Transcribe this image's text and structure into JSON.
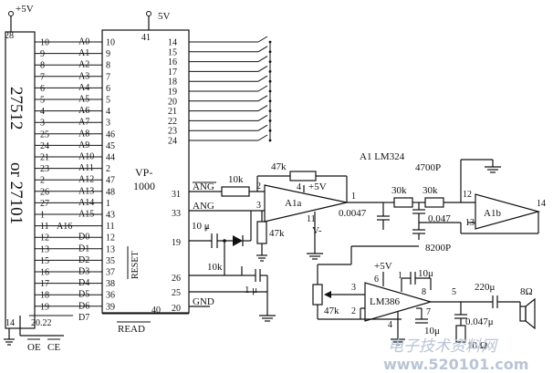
{
  "chip_left": {
    "name_line1": "27512",
    "name_line2": "or 27101",
    "top_pin": "28",
    "bottom_pin": "14",
    "bottom_right_pins": "20.22",
    "oe_label": "OE",
    "ce_label": "CE",
    "pins": [
      "10",
      "9",
      "8",
      "7",
      "6",
      "5",
      "4",
      "3",
      "25",
      "24",
      "21",
      "23",
      "2",
      "26",
      "27",
      "1",
      "11",
      "12",
      "13",
      "15",
      "16",
      "17",
      "18",
      "19"
    ]
  },
  "bus_labels": [
    "A0",
    "A1",
    "A2",
    "A3",
    "A4",
    "A5",
    "A6",
    "A7",
    "A8",
    "A9",
    "A10",
    "A11",
    "A12",
    "A13",
    "A14",
    "A15",
    "A16",
    "D0",
    "D1",
    "D2",
    "D3",
    "D4",
    "D5",
    "D6",
    "D7"
  ],
  "chip_right": {
    "name_line1": "VP-",
    "name_line2": "1000",
    "top_pin": "41",
    "supply": "5V",
    "left_pins": [
      "10",
      "9",
      "8",
      "7",
      "6",
      "5",
      "4",
      "3",
      "46",
      "45",
      "44",
      "2",
      "47",
      "48",
      "1",
      "43",
      "11",
      "12",
      "13",
      "35",
      "37",
      "38",
      "36",
      "39"
    ],
    "reset_label": "RESET",
    "read_label": "READ",
    "read_pin": "40",
    "right_pins": [
      "14",
      "15",
      "16",
      "17",
      "18",
      "19",
      "20",
      "21",
      "22",
      "23",
      "24"
    ],
    "pin_31": "31",
    "pin_33": "33",
    "pin_19": "19",
    "pin_26": "26",
    "pin_25": "25",
    "pin_20": "20",
    "gnd_label": "GND"
  },
  "supply_left": "+5V",
  "analog": {
    "ang_bar": "ANG",
    "ang": "ANG",
    "r_10k_a": "10k",
    "r_47k_fb": "47k",
    "r_47k_b": "47k",
    "r_10k_b": "10k",
    "c_10u": "10 μ",
    "c_1u": "1 μ",
    "opamp_a": "A1a",
    "opamp_b": "A1b",
    "opamp_title": "A1 LM324",
    "plus5v": "+5V",
    "pin4": "4",
    "pin2": "2",
    "pin3": "3",
    "pin1": "1",
    "pin11": "11",
    "vminus": "V-",
    "c_0047a": "0.0047",
    "r_30k_a": "30k",
    "r_30k_b": "30k",
    "c_4700p": "4700P",
    "c_0047b": "0.047",
    "pin12": "12",
    "pin13": "13",
    "pin14": "14",
    "c_8200p": "8200P",
    "amp": "LM386",
    "amp_supply": "+5V",
    "amp_p6": "6",
    "amp_p1": "1",
    "amp_p8": "8",
    "amp_p3": "3",
    "amp_p2": "2",
    "amp_p4": "4",
    "amp_p7": "7",
    "amp_p5": "5",
    "c_10u_top": "10μ",
    "c_10u_low": "10μ",
    "pot": "47k",
    "c_220u": "220μ",
    "speaker": "8Ω",
    "c_0047c": "0.047μ",
    "r_10ohm": "10 Ω"
  },
  "watermark": {
    "cn": "电子技术资料网",
    "url": "www.520101.com"
  }
}
